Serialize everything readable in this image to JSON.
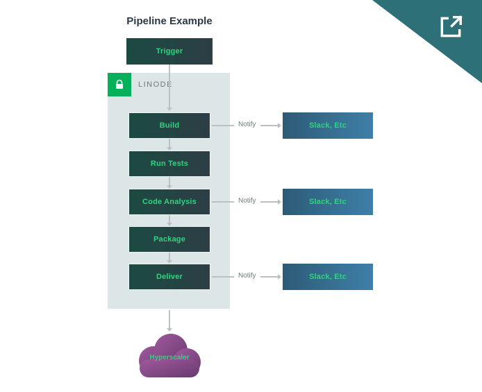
{
  "title": "Pipeline Example",
  "trigger": {
    "label": "Trigger"
  },
  "container": {
    "label": "LINODE",
    "badge_icon": "lock"
  },
  "pipeline": {
    "steps": [
      {
        "label": "Build"
      },
      {
        "label": "Run Tests"
      },
      {
        "label": "Code Analysis"
      },
      {
        "label": "Package"
      },
      {
        "label": "Deliver"
      }
    ]
  },
  "notifications": [
    {
      "from": "Build",
      "label": "Notify",
      "target": "Slack, Etc"
    },
    {
      "from": "Code Analysis",
      "label": "Notify",
      "target": "Slack, Etc"
    },
    {
      "from": "Deliver",
      "label": "Notify",
      "target": "Slack, Etc"
    }
  ],
  "cloud": {
    "label": "Hyperscaler"
  },
  "icons": {
    "corner": "external-link",
    "container_badge": "lock"
  },
  "colors": {
    "accent_green": "#2ed47f",
    "node_gradient_start": "#1c4a42",
    "node_gradient_end": "#2d3e45",
    "notify_gradient_start": "#2d5b77",
    "notify_gradient_end": "#3f7fa8",
    "container_bg": "#dde6e7",
    "badge_green": "#04b15a",
    "corner_teal": "#2e7077",
    "arrow_gray": "#b9c1c3",
    "title_color": "#2b3a42",
    "label_gray": "#6b7a7d",
    "cloud_start": "#a2589c",
    "cloud_end": "#663b70"
  }
}
